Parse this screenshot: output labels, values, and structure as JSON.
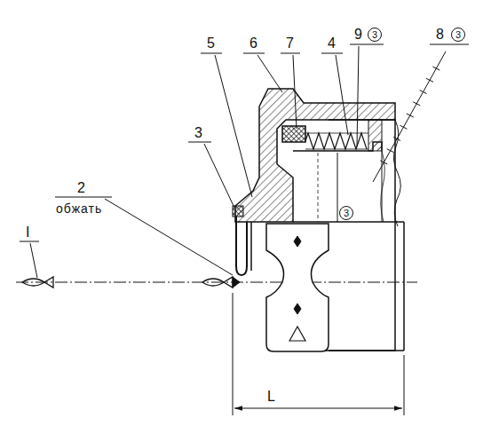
{
  "diagram": {
    "labels": [
      "5",
      "6",
      "7",
      "4",
      "9",
      "3",
      "8",
      "3",
      "3",
      "2",
      "обжать",
      "3",
      "I",
      "L"
    ]
  }
}
